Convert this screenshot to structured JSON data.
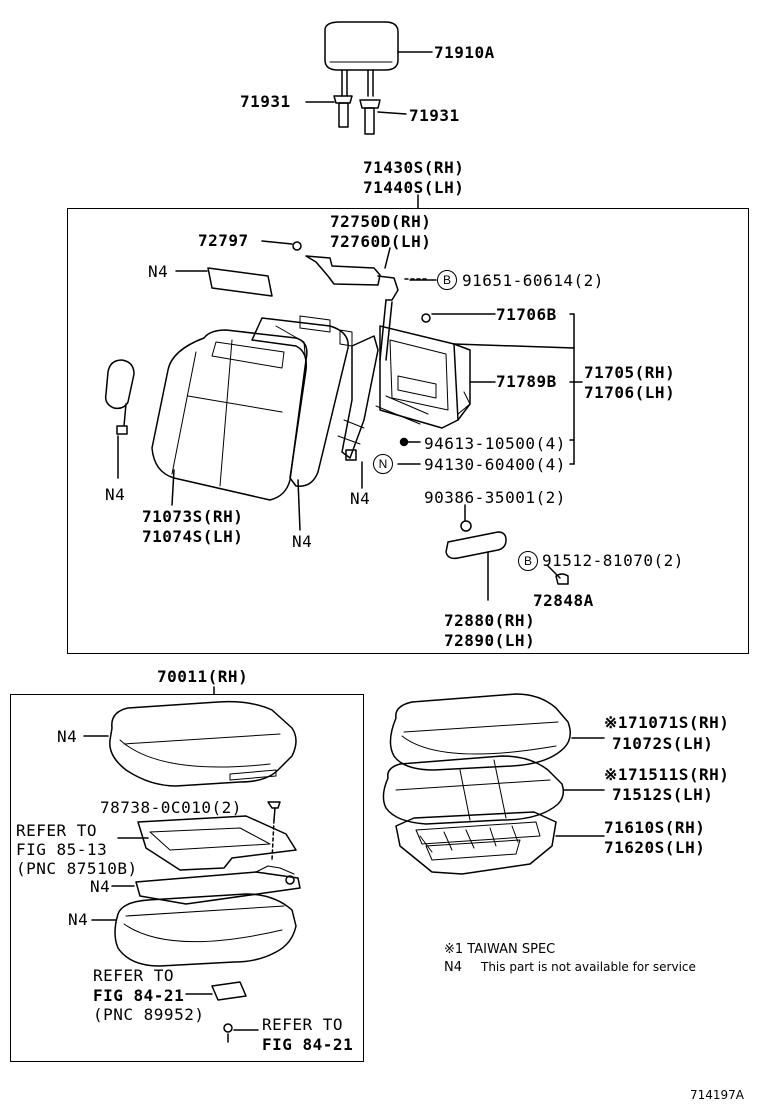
{
  "labels": {
    "headrest": "71910A",
    "headrest_support_left": "71931",
    "headrest_support_right": "71931",
    "seatback_rh": "71430S(RH)",
    "seatback_lh": "71440S(LH)",
    "hinge_cover_rh": "72750D(RH)",
    "hinge_cover_lh": "72760D(LH)",
    "clip_72797": "72797",
    "n4_pad": "N4",
    "bolt_91651": "91651-60614(2)",
    "bolt_marker_b1": "B",
    "hook_71706b": "71706B",
    "frame_71789b": "71789B",
    "frame_rh": "71705(RH)",
    "frame_lh": "71706(LH)",
    "nut_94613": "94613-10500(4)",
    "nut_94130": "94130-60400(4)",
    "nut_marker_n": "N",
    "n4_left": "N4",
    "cover_rh": "71073S(RH)",
    "cover_lh": "71074S(LH)",
    "n4_mid": "N4",
    "n4_frame": "N4",
    "screw_90386": "90386-35001(2)",
    "bolt_91512": "91512-81070(2)",
    "bolt_marker_b2": "B",
    "cap_72848a": "72848A",
    "shield_rh": "72880(RH)",
    "shield_lh": "72890(LH)",
    "cushion_assy": "70011(RH)",
    "n4_cushion_top": "N4",
    "clip_78738": "78738-0C010(2)",
    "refer_1a": "REFER TO",
    "refer_1b": "FIG 85-13",
    "refer_1c": "(PNC 87510B)",
    "n4_mat": "N4",
    "n4_cushion_bottom": "N4",
    "refer_2a": "REFER TO",
    "refer_2b": "FIG 84-21",
    "refer_2c": "(PNC 89952)",
    "refer_3a": "REFER TO",
    "refer_3b": "FIG 84-21",
    "cushion_cover_rh": "※171071S(RH)",
    "cushion_cover_lh": "71072S(LH)",
    "cushion_pad_rh": "※171511S(RH)",
    "cushion_pad_lh": "71512S(LH)",
    "cushion_frame_rh": "71610S(RH)",
    "cushion_frame_lh": "71620S(LH)",
    "note_taiwan": "※1 TAIWAN SPEC",
    "note_n4_key": "N4",
    "note_n4_text": "This part is not available for service",
    "figure_id": "714197A"
  }
}
